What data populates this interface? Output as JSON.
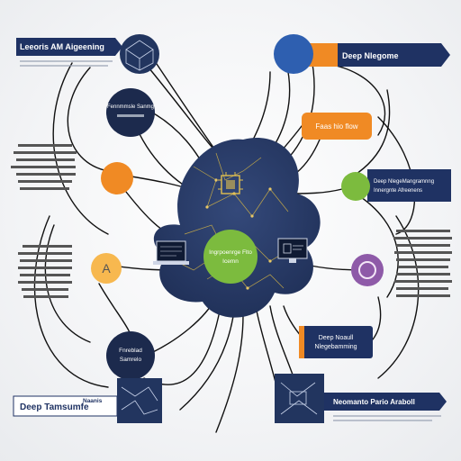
{
  "banners": {
    "top_left": "Leeoris AM Aigeening",
    "top_right": "Deep Nlegome",
    "mid_right": "Deep NlegeMangramnng",
    "mid_right_sub": "Innergnte Afreenens",
    "bottom_left": "Deep Tamsumfe",
    "bottom_left_tag": "Naanis",
    "bottom_right": "Neomanto Pario Araboll",
    "orange_box": "Faas hio flow",
    "lower_right_box_line1": "Deep Noaull",
    "lower_right_box_line2": "Nlegebamming"
  },
  "nodes": {
    "navy_top": "Fennmmsle Sanmg",
    "navy_bottom_line1": "Fnreblad",
    "navy_bottom_line2": "Samrelo",
    "green_center_line1": "Ingrpoenrge Flto",
    "green_center_line2": "Icemn",
    "orange_small": "A"
  },
  "colors": {
    "navy": "#1f3263",
    "cloud": "#2a3c63",
    "orange": "#f08a24",
    "green": "#7cbb3e",
    "purple": "#8e5aa8",
    "peach": "#f7b84f",
    "blue": "#2e5fb0",
    "gold": "#d7b645"
  },
  "icons": [
    "brain-circuit-icon",
    "laptop-icon",
    "monitor-icon",
    "chip-icon",
    "network-cube-icon"
  ]
}
